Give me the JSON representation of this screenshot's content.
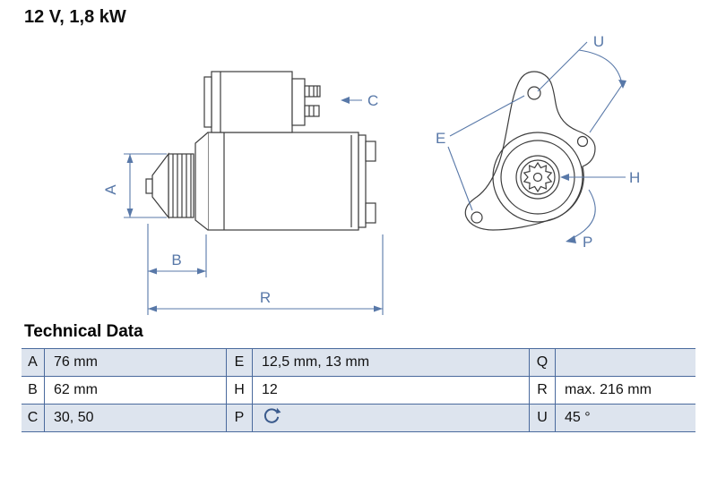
{
  "header": {
    "title": "12 V, 1,8 kW"
  },
  "drawing": {
    "labels": {
      "A": "A",
      "B": "B",
      "C": "C",
      "R": "R",
      "E": "E",
      "H": "H",
      "P": "P",
      "U": "U"
    },
    "dimension_color": "#5878a8",
    "line_color": "#3d3d3d"
  },
  "table": {
    "heading": "Technical Data",
    "line_color": "#4a6a9d",
    "row_shade_color": "#dde4ee",
    "p_icon": "rotation-direction-icon",
    "rows": [
      {
        "k1": "A",
        "v1": "76 mm",
        "k2": "E",
        "v2": "12,5 mm, 13 mm",
        "k3": "Q",
        "v3": ""
      },
      {
        "k1": "B",
        "v1": "62 mm",
        "k2": "H",
        "v2": "12",
        "k3": "R",
        "v3": "max. 216 mm"
      },
      {
        "k1": "C",
        "v1": "30, 50",
        "k2": "P",
        "v2": "",
        "k3": "U",
        "v3": "45 °"
      }
    ]
  }
}
